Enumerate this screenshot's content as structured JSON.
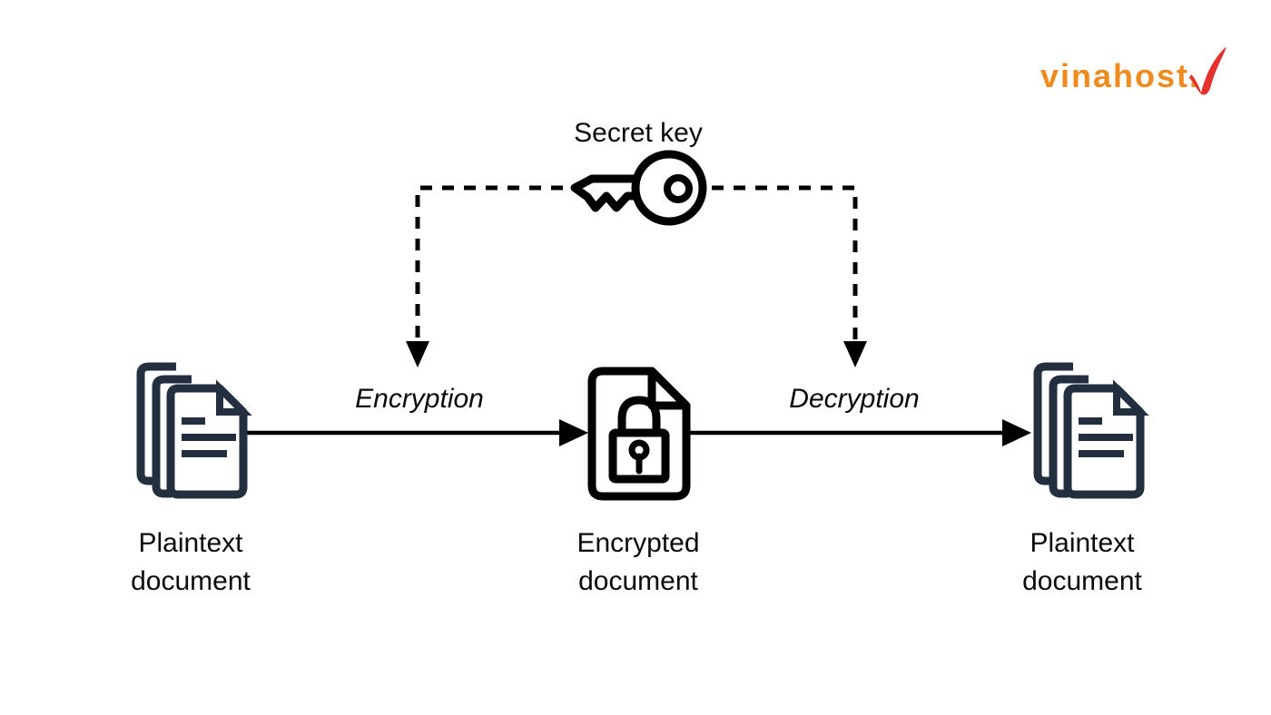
{
  "colors": {
    "background": "#ffffff",
    "line": "#000000",
    "text": "#0a0a0a",
    "document_icon": "#232f3e",
    "lock_icon": "#000000",
    "logo_text": "#ef8b1d",
    "logo_check": "#e5312b"
  },
  "logo": {
    "text": "vinahost.",
    "icon": "red-check-icon"
  },
  "diagram": {
    "key": {
      "label": "Secret key",
      "icon": "key-icon"
    },
    "processes": [
      {
        "label": "Encryption"
      },
      {
        "label": "Decryption"
      }
    ],
    "nodes": [
      {
        "icon": "document-stack-icon",
        "label_line1": "Plaintext",
        "label_line2": "document"
      },
      {
        "icon": "document-lock-icon",
        "label_line1": "Encrypted",
        "label_line2": "document"
      },
      {
        "icon": "document-stack-icon",
        "label_line1": "Plaintext",
        "label_line2": "document"
      }
    ]
  }
}
